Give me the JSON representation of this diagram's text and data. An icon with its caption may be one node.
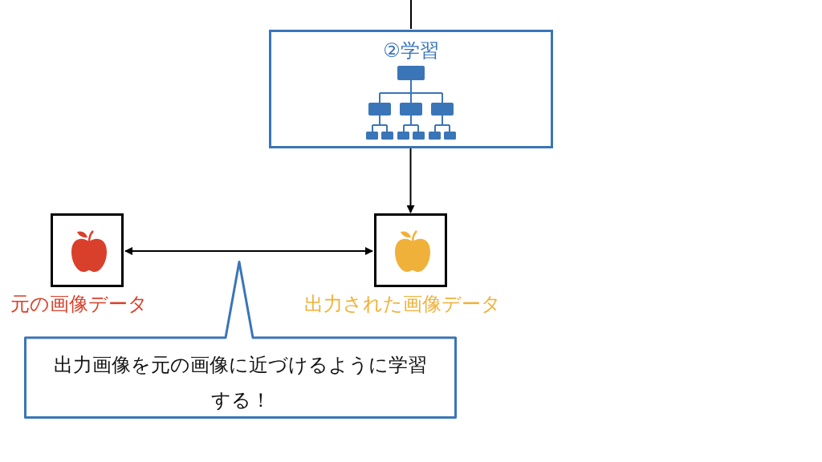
{
  "diagram": {
    "nodes": [
      {
        "text": [
          "②学習"
        ]
      },
      {
        "text": [],
        "shape": "box",
        "beside": [
          "元の画像データ"
        ]
      },
      {
        "text": [],
        "shape": "box",
        "beside": [
          "出力された画像データ"
        ]
      },
      {
        "text": [
          "出力画像を元の画像に近づけるように学習する！"
        ]
      }
    ],
    "edges": [
      {
        "from": null,
        "to": 0,
        "arrow": "none"
      },
      {
        "from": 0,
        "to": 2,
        "arrow": "to"
      },
      {
        "from": 1,
        "to": 2,
        "arrow": "both"
      }
    ]
  }
}
